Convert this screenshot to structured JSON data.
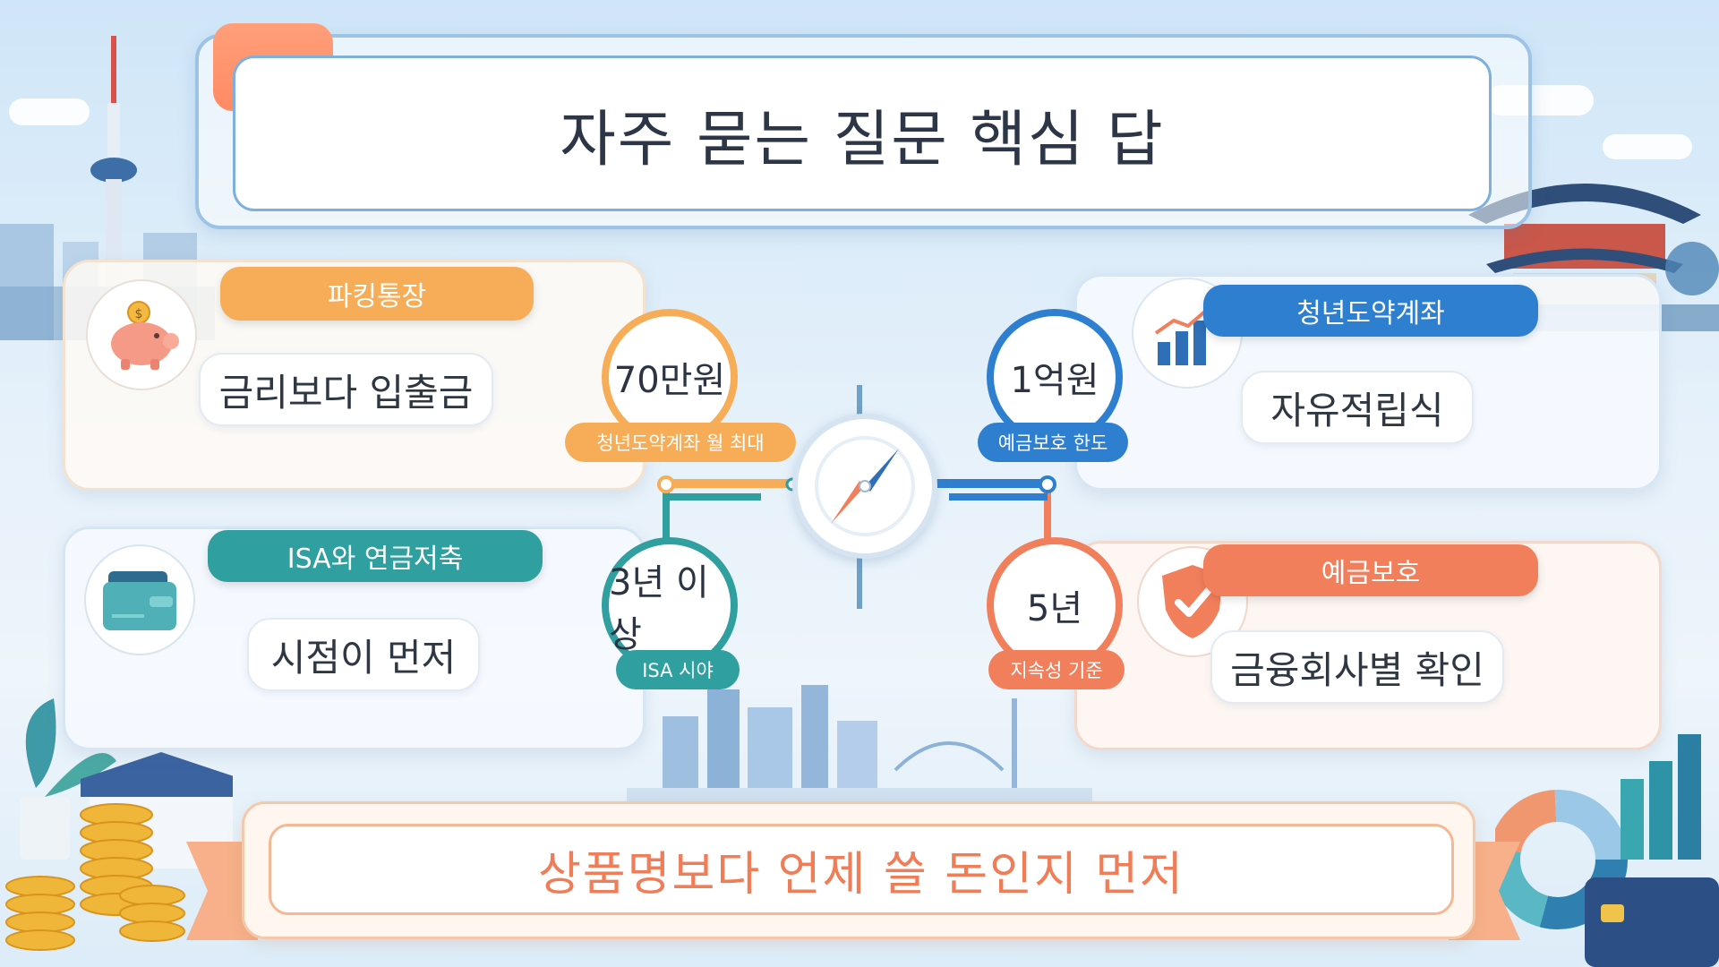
{
  "title": "자주 묻는 질문 핵심 답",
  "cards": [
    {
      "tag": "파킹통장",
      "answer": "금리보다 입출금",
      "icon": "piggy-bank-icon",
      "color": "#f7ad57"
    },
    {
      "tag": "ISA와 연금저축",
      "answer": "시점이 먼저",
      "icon": "wallet-icon",
      "color": "#2f9fa0"
    },
    {
      "tag": "청년도약계좌",
      "answer": "자유적립식",
      "icon": "bar-chart-icon",
      "color": "#2f7fd0"
    },
    {
      "tag": "예금보호",
      "answer": "금융회사별 확인",
      "icon": "shield-check-icon",
      "color": "#f27f5c"
    }
  ],
  "badges": [
    {
      "value": "70만원",
      "label": "청년도약계좌 월 최대",
      "color": "#f7ad57"
    },
    {
      "value": "1억원",
      "label": "예금보호 한도",
      "color": "#2f7fd0"
    },
    {
      "value": "3년 이상",
      "label": "ISA 시야",
      "color": "#2f9fa0"
    },
    {
      "value": "5년",
      "label": "지속성 기준",
      "color": "#f27f5c"
    }
  ],
  "center_icon": "compass-icon",
  "banner": "상품명보다 언제 쓸 돈인지 먼저"
}
